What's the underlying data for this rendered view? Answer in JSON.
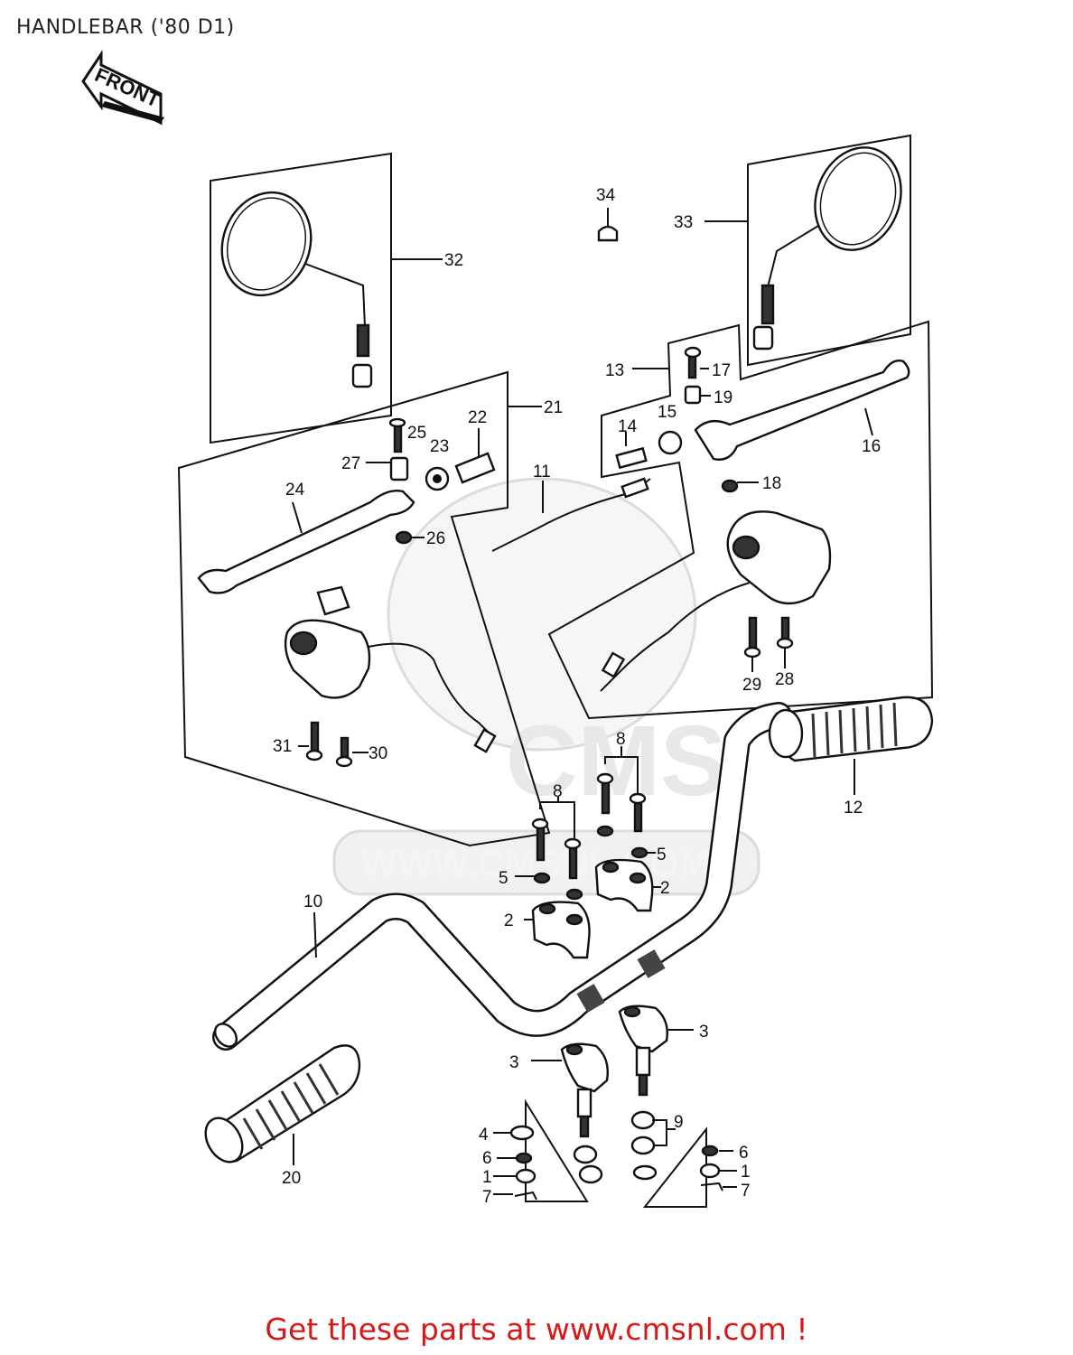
{
  "title": "HANDLEBAR ('80 D1)",
  "front_badge": "FRONT",
  "watermark": {
    "brand": "CMS",
    "url": "WWW.CMSNL.COM"
  },
  "footer": "Get these parts at www.cmsnl.com !",
  "callouts": {
    "c1a": "1",
    "c1b": "1",
    "c2a": "2",
    "c2b": "2",
    "c3a": "3",
    "c3b": "3",
    "c4": "4",
    "c5a": "5",
    "c5b": "5",
    "c6a": "6",
    "c6b": "6",
    "c7a": "7",
    "c7b": "7",
    "c8a": "8",
    "c8b": "8",
    "c9": "9",
    "c10": "10",
    "c11": "11",
    "c12": "12",
    "c13": "13",
    "c14": "14",
    "c15": "15",
    "c16": "16",
    "c17": "17",
    "c18": "18",
    "c19": "19",
    "c20": "20",
    "c21": "21",
    "c22": "22",
    "c23": "23",
    "c24": "24",
    "c25": "25",
    "c26": "26",
    "c27": "27",
    "c28": "28",
    "c29": "29",
    "c30": "30",
    "c31": "31",
    "c32": "32",
    "c33": "33",
    "c34": "34"
  },
  "colors": {
    "line": "#111111",
    "footer_text": "#d81818",
    "watermark": "#e4e4e4"
  }
}
